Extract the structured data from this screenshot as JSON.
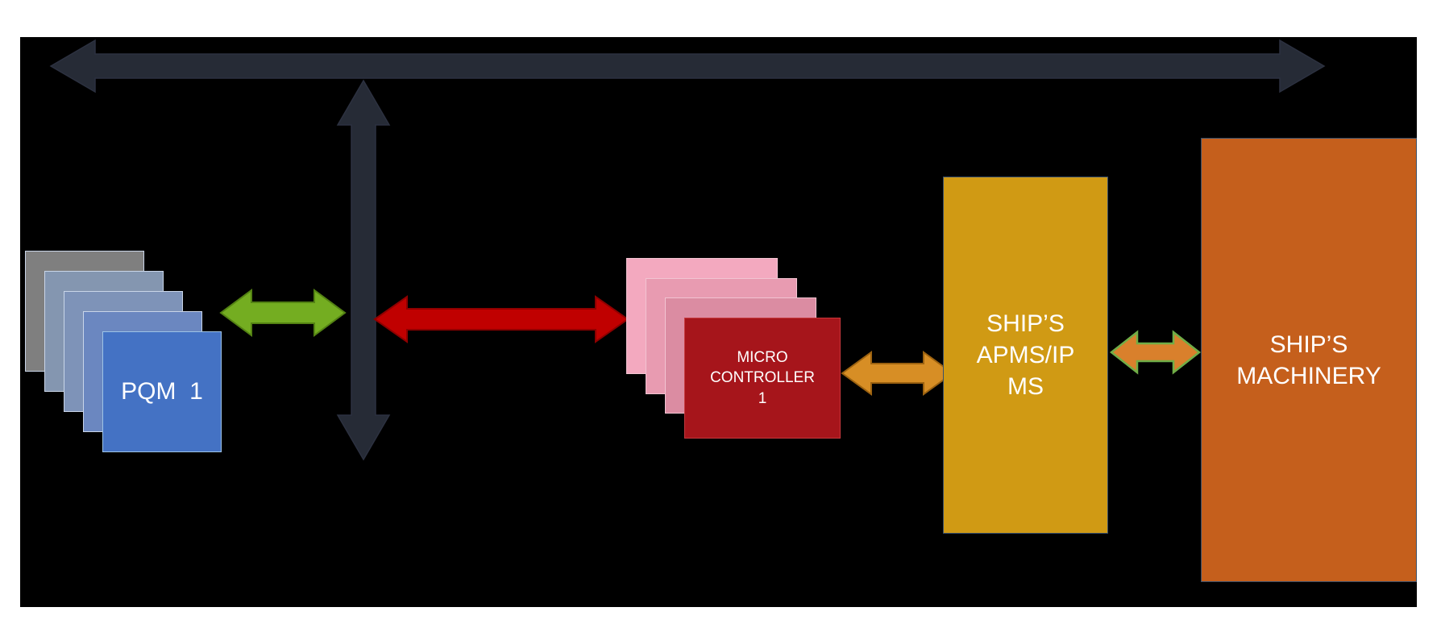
{
  "diagram": {
    "background": "#000000",
    "page_background": "#ffffff"
  },
  "arrows": {
    "bus_horizontal": {
      "fill": "#262B36",
      "stroke": "#2C3140"
    },
    "bus_vertical": {
      "fill": "#262B36",
      "stroke": "#2C3140"
    },
    "pqm_link": {
      "fill": "#74AD21",
      "stroke": "#538213"
    },
    "micro_link": {
      "fill": "#C00000",
      "stroke": "#8E0000"
    },
    "apms_link": {
      "fill": "#D78E25",
      "stroke": "#9C6210"
    },
    "machinery_link": {
      "fill": "#D9802C",
      "stroke": "#70AD47"
    }
  },
  "nodes": {
    "pqm": {
      "label": "PQM  1",
      "front_color": "#4472C4",
      "front_border": "#9DC3E6",
      "stack_colors": [
        "#7F7F7F",
        "#8496B0",
        "#7E93B8",
        "#6B87C0"
      ],
      "stack_border": "#C9D5E8",
      "text_color": "#FFFFFF"
    },
    "micro": {
      "label_lines": [
        "MICRO",
        "CONTROLLER",
        "1"
      ],
      "front_color": "#A6151B",
      "front_border": "#C4373C",
      "stack_colors": [
        "#F3A9BF",
        "#E89BB1",
        "#DB8CA2"
      ],
      "stack_border": "#F2C4D2",
      "text_color": "#FFFFFF"
    },
    "apms": {
      "label": "SHIP’S APMS/IPMS",
      "color": "#D09A14",
      "border": "#3A506B",
      "text_color": "#FFFFFF"
    },
    "machinery": {
      "label": "SHIP’S MACHINERY",
      "color": "#C55F1C",
      "border": "#3A506B",
      "text_color": "#FFFFFF"
    }
  }
}
